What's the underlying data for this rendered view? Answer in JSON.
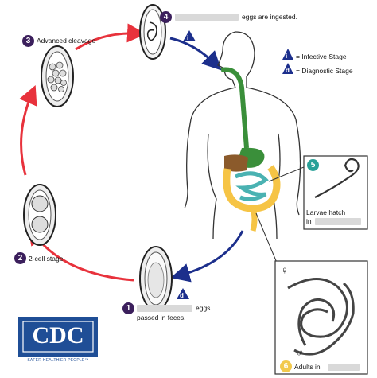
{
  "stages": {
    "s1": {
      "number": "1",
      "text_a": "eggs",
      "text_b": "passed in feces."
    },
    "s2": {
      "number": "2",
      "text": "2-cell stage"
    },
    "s3": {
      "number": "3",
      "text": "Advanced cleavage"
    },
    "s4": {
      "number": "4",
      "text": "eggs are ingested."
    },
    "s5": {
      "number": "5",
      "text_a": "Larvae hatch",
      "text_b": "in"
    },
    "s6": {
      "number": "6",
      "text": "Adults in"
    }
  },
  "legend": {
    "infective_letter": "i",
    "infective_text": "= Infective Stage",
    "diagnostic_letter": "d",
    "diagnostic_text": "= Diagnostic Stage"
  },
  "markers": {
    "infective": "i",
    "diagnostic": "d"
  },
  "symbols": {
    "female": "♀",
    "male": "♂"
  },
  "logo": {
    "text": "CDC",
    "tagline": "SAFER·HEALTHIER·PEOPLE™"
  },
  "colors": {
    "red_arrow": "#e8323c",
    "blue_arrow": "#1c2f8c",
    "stage_badge": "#3b1f5c",
    "larva_badge": "#2aa198",
    "adult_badge": "#f2c94c",
    "esophagus_green": "#3a8f3a",
    "intestine_yellow": "#f6c445",
    "small_intestine_teal": "#4ab2b2",
    "liver_brown": "#8b5a2b",
    "cdc_blue": "#1f4e96"
  },
  "icons": [
    "egg-icon",
    "larva-icon",
    "adult-worm-icon",
    "human-body-icon",
    "cdc-logo"
  ]
}
